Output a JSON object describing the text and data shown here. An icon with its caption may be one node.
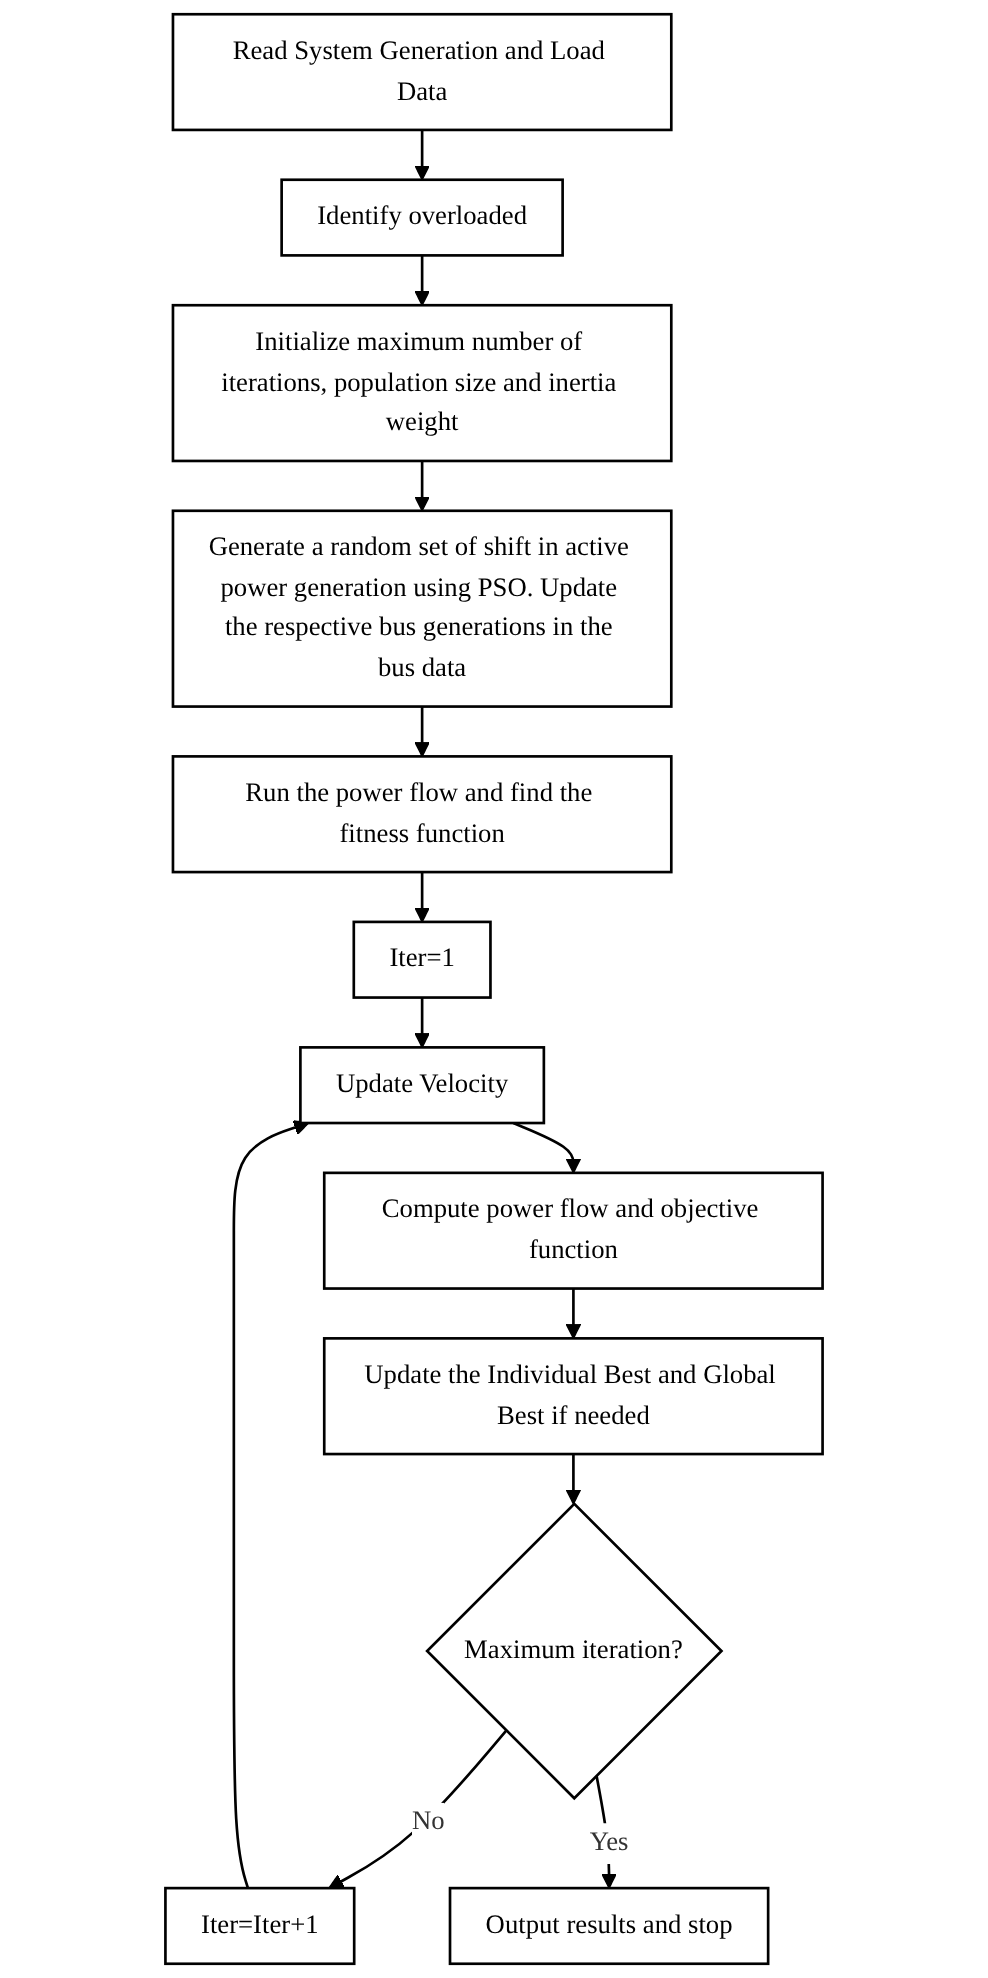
{
  "diagram": {
    "nodes": [
      {
        "text": [
          "Read System Generation and Load Data"
        ]
      },
      {
        "text": [
          "Identify overloaded"
        ]
      },
      {
        "text": [
          "Initialize maximum number of iterations, population size and inertia weight"
        ]
      },
      {
        "text": [
          "Generate a random set of shift in active power generation using PSO. Update the respective bus generations in the bus data"
        ]
      },
      {
        "text": [
          "Run the power flow and find the fitness function"
        ]
      },
      {
        "text": [
          "Iter=1"
        ]
      },
      {
        "text": [
          "Update Velocity"
        ]
      },
      {
        "text": [
          "Compute power flow and objective function"
        ]
      },
      {
        "text": [
          "Update the Individual Best and Global Best if needed"
        ]
      },
      {
        "text": [
          "Maximum iteration?"
        ]
      },
      {
        "text": [
          "Iter=Iter+1"
        ]
      },
      {
        "text": [
          "Output results and stop"
        ]
      }
    ],
    "edges": [
      {
        "from": 0,
        "to": 1,
        "arrow": "to"
      },
      {
        "from": 1,
        "to": 2,
        "arrow": "to"
      },
      {
        "from": 2,
        "to": 3,
        "arrow": "to"
      },
      {
        "from": 3,
        "to": 4,
        "arrow": "to"
      },
      {
        "from": 4,
        "to": 5,
        "arrow": "to"
      },
      {
        "from": 5,
        "to": 6,
        "arrow": "to"
      },
      {
        "from": 6,
        "to": 7,
        "arrow": "to"
      },
      {
        "from": 7,
        "to": 8,
        "arrow": "to"
      },
      {
        "from": 8,
        "to": 9,
        "arrow": "to"
      },
      {
        "from": 9,
        "to": 10,
        "arrow": "to",
        "label": "No"
      },
      {
        "from": 10,
        "to": 6,
        "arrow": "to"
      },
      {
        "from": 9,
        "to": 11,
        "arrow": "to",
        "label": "Yes"
      }
    ]
  }
}
